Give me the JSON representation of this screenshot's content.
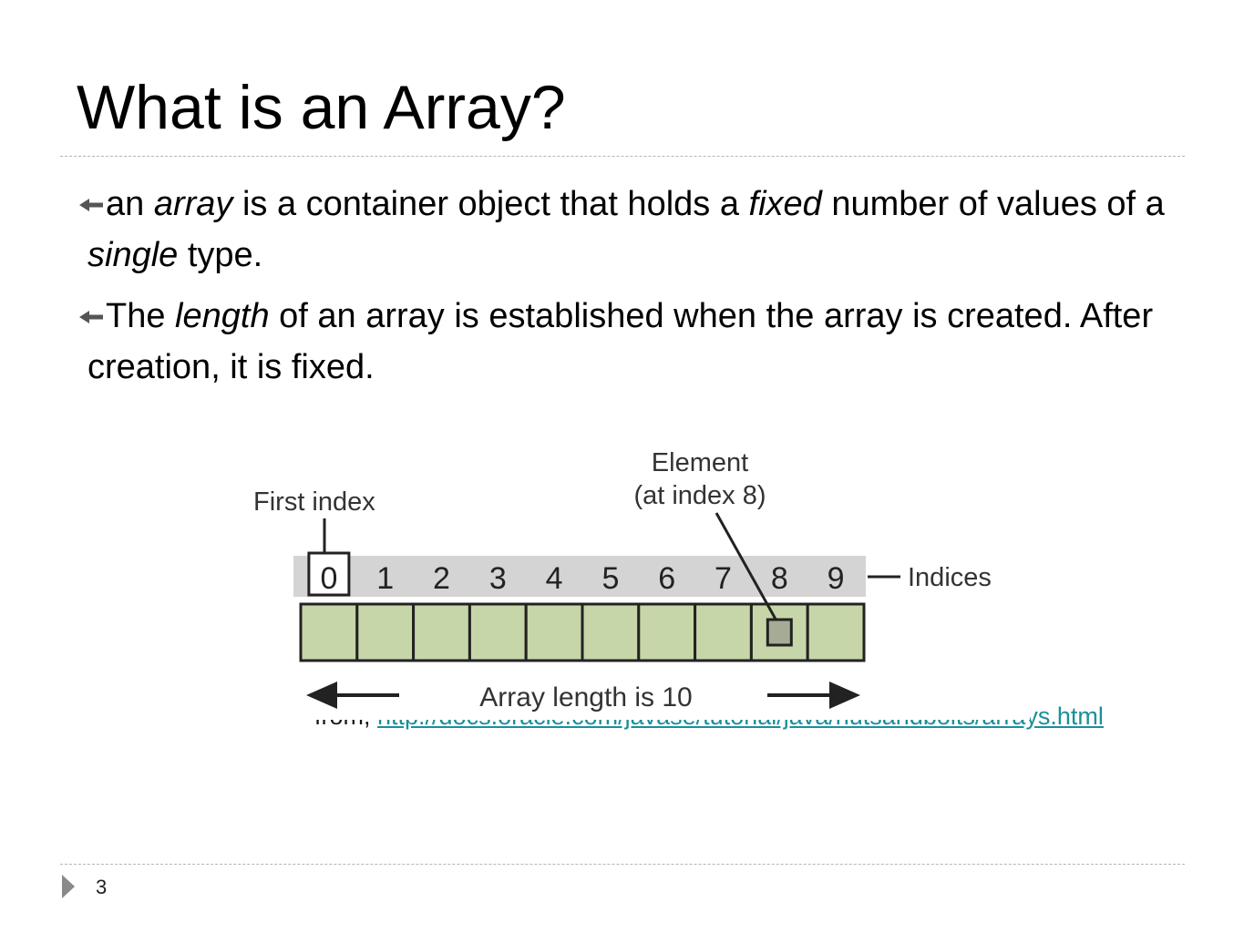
{
  "slide": {
    "title": "What is an Array?",
    "page_number": "3",
    "accent_color": "#1a8f9a",
    "bullets": [
      {
        "icon": "arrow-left-icon",
        "parts": [
          {
            "text": "an ",
            "italic": false
          },
          {
            "text": "array",
            "italic": true
          },
          {
            "text": " is a container object that holds a ",
            "italic": false
          },
          {
            "text": "fixed",
            "italic": true
          },
          {
            "text": " number of values of a ",
            "italic": false
          },
          {
            "text": "single",
            "italic": true
          },
          {
            "text": " type.",
            "italic": false
          }
        ]
      },
      {
        "icon": "arrow-left-icon",
        "parts": [
          {
            "text": "The ",
            "italic": false
          },
          {
            "text": "length",
            "italic": true
          },
          {
            "text": " of an array is established when the array is created. After creation, it is fixed.",
            "italic": false
          }
        ]
      }
    ],
    "credit": {
      "prefix": "from, ",
      "link_text": "http://docs.oracle.com/javase/tutorial/java/nutsandbolts/arrays.html"
    }
  },
  "diagram": {
    "label_first_index": "First index",
    "label_element_line1": "Element",
    "label_element_line2": "(at index 8)",
    "label_indices": "Indices",
    "label_length": "Array length is 10",
    "indices": [
      "0",
      "1",
      "2",
      "3",
      "4",
      "5",
      "6",
      "7",
      "8",
      "9"
    ],
    "highlight_index": 8,
    "colors": {
      "cell_fill": "#c7d6a9",
      "index_band": "#d4d4d4",
      "stroke": "#222222",
      "highlight_fill": "#a6ab96"
    }
  }
}
